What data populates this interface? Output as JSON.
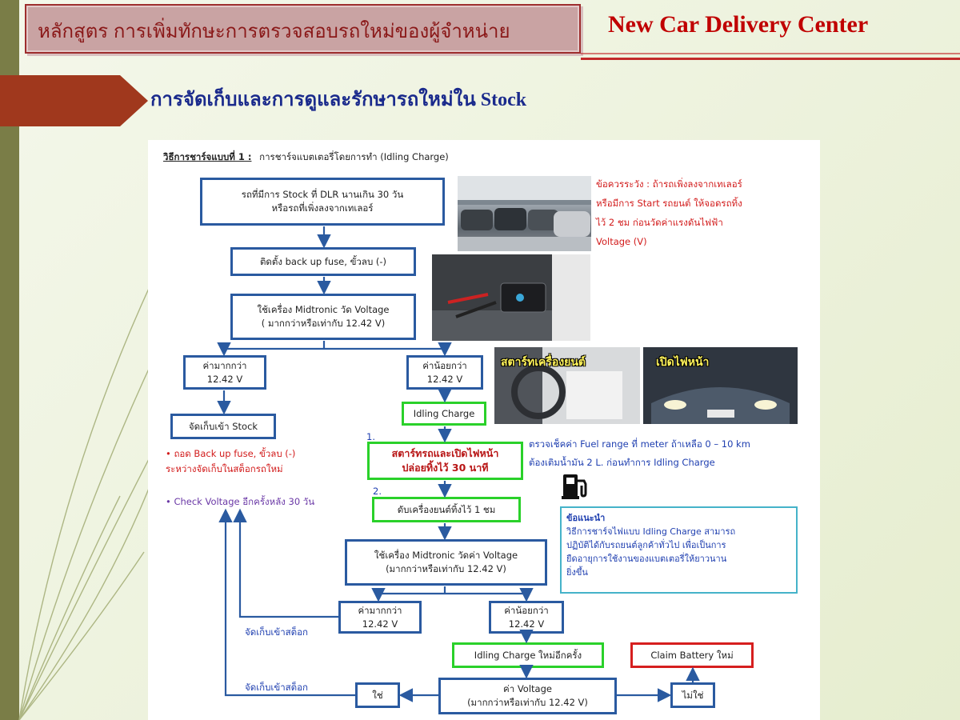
{
  "header": {
    "course_title": "หลักสูตร   การเพิ่มทักษะการตรวจสอบรถใหม่ของผู้จำหน่าย",
    "center_title": "New Car Delivery Center"
  },
  "section": {
    "title": "การจัดเก็บและการดูและรักษารถใหม่ใน Stock"
  },
  "method": {
    "label": "วิธีการชาร์จแบบที่ 1 :",
    "desc": "การชาร์จแบตเตอรี่โดยการทำ (Idling Charge)"
  },
  "flow": {
    "step_stock": [
      "รถที่มีการ Stock ที่ DLR นานเกิน 30 วัน",
      "หรือรถที่เพิ่งลงจากเทเลอร์"
    ],
    "install_fuse": "ติดตั้ง back up fuse, ขั้วลบ (-)",
    "measure1": [
      "ใช้เครื่อง Midtronic วัด Voltage",
      "( มากกว่าหรือเท่ากับ 12.42 V)"
    ],
    "more1": [
      "ค่ามากกว่า",
      "12.42 V"
    ],
    "less1": [
      "ค่าน้อยกว่า",
      "12.42 V"
    ],
    "store_stock": "จัดเก็บเข้า Stock",
    "idling": "Idling Charge",
    "num1": "1.",
    "step1": [
      "สตาร์ทรถและเปิดไฟหน้า",
      "ปล่อยทิ้งไว้ 30 นาที"
    ],
    "num2": "2.",
    "step2": "ดับเครื่องยนต์ทิ้งไว้ 1 ชม",
    "measure2": [
      "ใช้เครื่อง Midtronic วัดค่า Voltage",
      "(มากกว่าหรือเท่ากับ 12.42 V)"
    ],
    "more2": [
      "ค่ามากกว่า",
      "12.42 V"
    ],
    "less2": [
      "ค่าน้อยกว่า",
      "12.42 V"
    ],
    "idling_again": "Idling Charge ใหม่อีกครั้ง",
    "claim": "Claim Battery ใหม่",
    "final_voltage": [
      "ค่า Voltage",
      "(มากกว่าหรือเท่ากับ 12.42 V)"
    ],
    "yes": "ใช่",
    "no": "ไม่ใช่",
    "store_label1": "จัดเก็บเข้าสต็อก",
    "store_label2": "จัดเก็บเข้าสต็อก"
  },
  "notes": {
    "remove_fuse": [
      "• ถอด Back up fuse, ขั้วลบ (-)",
      "ระหว่างจัดเก็บในสต็อกรถใหม่"
    ],
    "check_voltage": "• Check Voltage  อีกครั้งหลัง 30 วัน",
    "caution": [
      "ข้อควรระวัง : ถ้ารถเพิ่งลงจากเทเลอร์",
      "หรือมีการ Start รถยนต์  ให้จอดรถทิ้ง",
      "ไว้ 2 ชม ก่อนวัดค่าแรงดันไฟฟ้า",
      "Voltage (V)"
    ],
    "fuel": [
      "ตรวจเช็คค่า Fuel range ที่ meter  ถ้าเหลือ 0 – 10 km",
      "ต้องเติมน้ำมัน 2 L. ก่อนทำการ  Idling Charge"
    ]
  },
  "photos": {
    "start_engine_label": "สตาร์ทเครื่องยนต์",
    "headlights_label": "เปิดไฟหน้า"
  },
  "advice": {
    "head": "ข้อแนะนำ",
    "lines": [
      "วิธีการชาร์จไฟแบบ  Idling Charge  สามารถ",
      "ปฏิบัติได้กับรถยนต์ลูกค้าทั่วไป  เพื่อเป็นการ",
      "ยืดอายุการใช้งานของแบตเตอรี่ให้ยาวนาน",
      "ยิ่งขึ้น"
    ]
  },
  "colors": {
    "accent_red": "#c00000",
    "banner": "#a0381d",
    "flow_blue": "#2a5aa0",
    "flow_green": "#2ad12a",
    "claim_red": "#d61f1f"
  }
}
